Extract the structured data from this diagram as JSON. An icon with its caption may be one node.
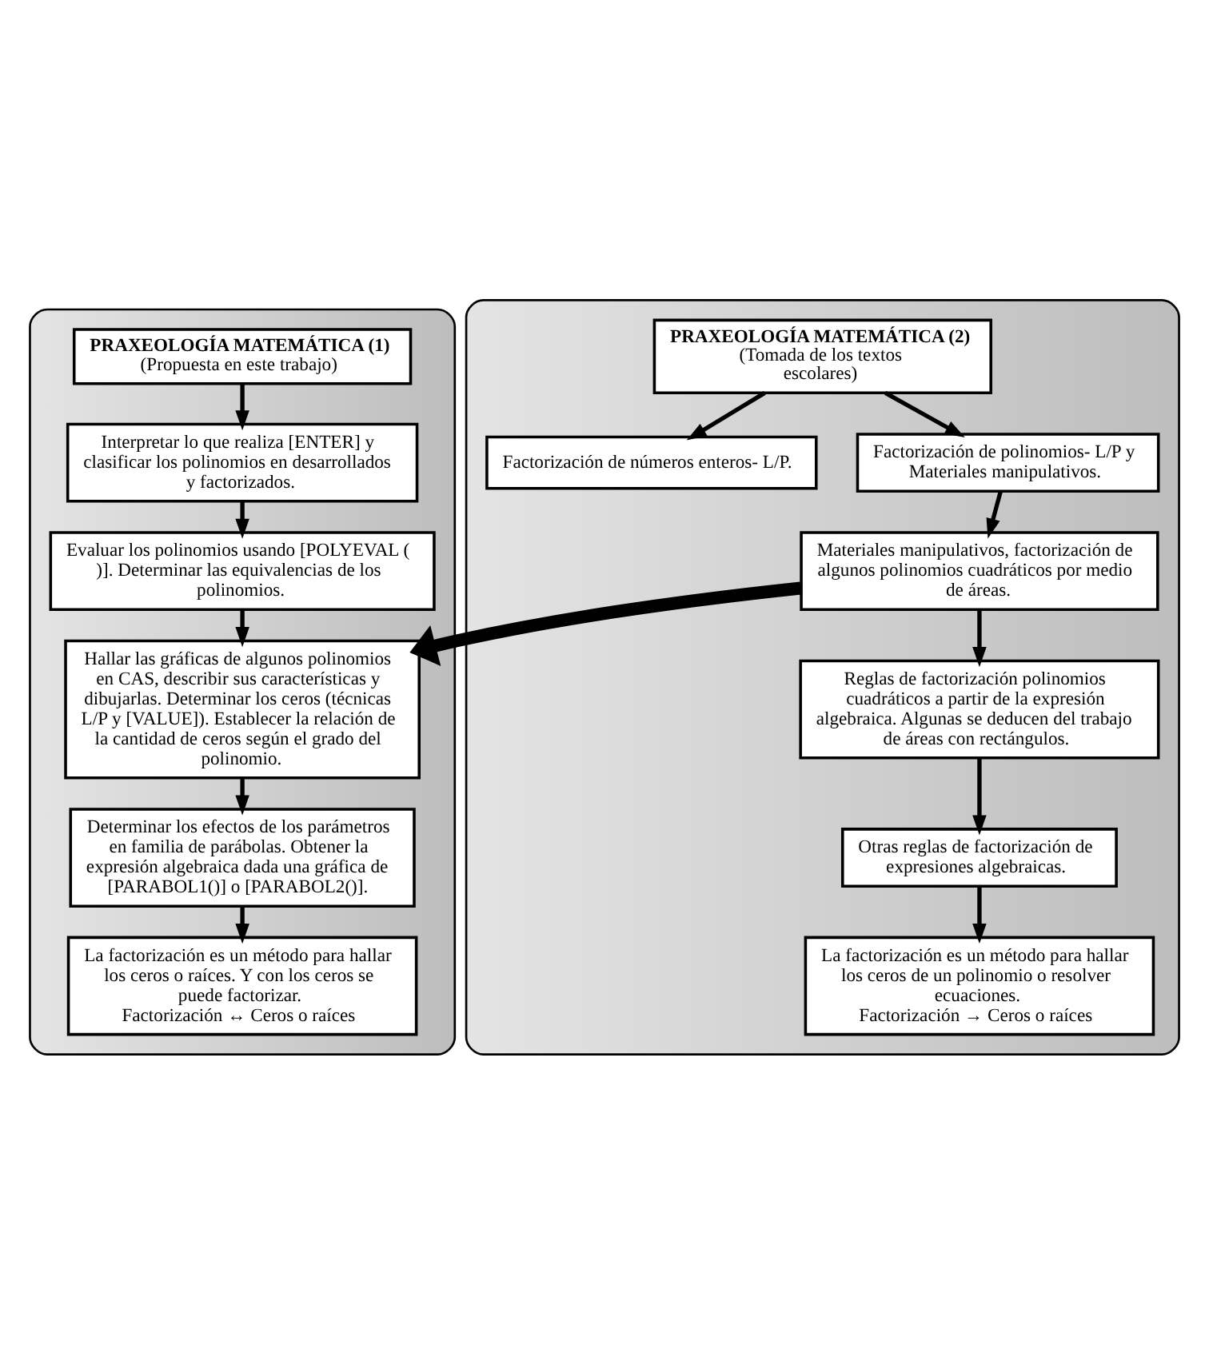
{
  "diagram": {
    "nodes": [
      {
        "text": [],
        "shape": "box"
      },
      {
        "text": [
          "PRAXEOLOGÍA MATEMÁTICA (1)",
          "(Propuesta en este trabajo)"
        ],
        "in": 0
      },
      {
        "text": [
          "Interpretar lo que realiza [ENTER] y clasificar los polinomios en desarrollados y factorizados."
        ],
        "in": 0
      },
      {
        "text": [
          "Evaluar los polinomios usando [POLYEVAL ( )]. Determinar las equivalencias de los polinomios."
        ],
        "in": 0
      },
      {
        "text": [
          "Hallar las gráficas de algunos polinomios en CAS, describir sus características y dibujarlas. Determinar los ceros (técnicas L/P y [VALUE]). Establecer la relación de la cantidad de ceros según el grado del polinomio."
        ],
        "in": 0
      },
      {
        "text": [
          "Determinar los efectos de los parámetros en familia de parábolas. Obtener la expresión algebraica dada una gráfica de [PARABOL1()] o [PARABOL2()]."
        ],
        "in": 0
      },
      {
        "text": [
          "La factorización es un método para hallar los ceros o raíces. Y con los ceros se puede factorizar.",
          "Factorización ↔ Ceros o raíces"
        ],
        "in": 0
      },
      {
        "text": [],
        "shape": "box"
      },
      {
        "text": [
          "PRAXEOLOGÍA MATEMÁTICA (2)",
          "(Tomada de los textos escolares)"
        ],
        "in": 7
      },
      {
        "text": [
          "Factorización de números enteros- L/P."
        ],
        "in": 7
      },
      {
        "text": [
          "Factorización de polinomios- L/P y Materiales manipulativos."
        ],
        "in": 7
      },
      {
        "text": [
          "Materiales manipulativos, factorización de algunos polinomios cuadráticos por medio de áreas."
        ],
        "in": 7
      },
      {
        "text": [
          "Reglas de factorización polinomios cuadráticos a partir de la expresión algebraica. Algunas se deducen del trabajo de áreas con rectángulos."
        ],
        "in": 7
      },
      {
        "text": [
          "Otras reglas de factorización de expresiones algebraicas."
        ],
        "in": 7
      },
      {
        "text": [
          "La factorización es un método para hallar los ceros de un polinomio o resolver ecuaciones.",
          "Factorización → Ceros o raíces"
        ],
        "in": 7
      }
    ],
    "edges": [
      {
        "from": 1,
        "to": 2,
        "arrow": "to"
      },
      {
        "from": 2,
        "to": 3,
        "arrow": "to"
      },
      {
        "from": 3,
        "to": 4,
        "arrow": "to"
      },
      {
        "from": 4,
        "to": 5,
        "arrow": "to"
      },
      {
        "from": 5,
        "to": 6,
        "arrow": "to"
      },
      {
        "from": 8,
        "to": 9,
        "arrow": "to"
      },
      {
        "from": 8,
        "to": 10,
        "arrow": "to"
      },
      {
        "from": 10,
        "to": 11,
        "arrow": "to"
      },
      {
        "from": 11,
        "to": 12,
        "arrow": "to"
      },
      {
        "from": 12,
        "to": 13,
        "arrow": "to"
      },
      {
        "from": 13,
        "to": 14,
        "arrow": "to"
      },
      {
        "from": 11,
        "to": 4,
        "arrow": "to",
        "style": "thick"
      }
    ]
  }
}
